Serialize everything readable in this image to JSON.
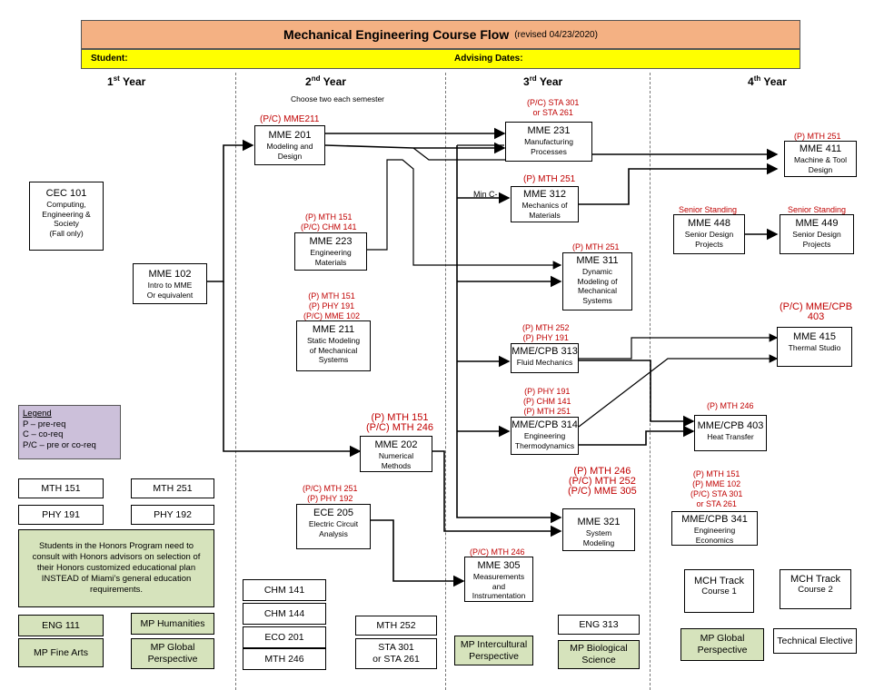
{
  "header": {
    "title": "Mechanical Engineering Course Flow",
    "revised": "(revised  04/23/2020)",
    "student_label": "Student:",
    "advising_label": "Advising Dates:"
  },
  "years": [
    {
      "num": "1",
      "sup": "st",
      "label": "Year"
    },
    {
      "num": "2",
      "sup": "nd",
      "label": "Year"
    },
    {
      "num": "3",
      "sup": "rd",
      "label": "Year"
    },
    {
      "num": "4",
      "sup": "th",
      "label": "Year"
    }
  ],
  "choose_note": "Choose two each semester",
  "courses": {
    "cec101": {
      "code": "CEC 101",
      "desc": [
        "Computing,",
        "Engineering &",
        "Society",
        "(Fall only)"
      ]
    },
    "mme102": {
      "code": "MME 102",
      "desc": [
        "Intro to MME",
        "Or equivalent"
      ]
    },
    "mme201": {
      "code": "MME 201",
      "desc": [
        "Modeling and",
        "Design"
      ],
      "prereq": [
        "(P/C) MME211"
      ]
    },
    "mme223": {
      "code": "MME 223",
      "desc": [
        "Engineering",
        "Materials"
      ],
      "prereq": [
        "(P) MTH 151",
        "(P/C) CHM 141"
      ]
    },
    "mme211": {
      "code": "MME 211",
      "desc": [
        "Static Modeling",
        "of Mechanical",
        "Systems"
      ],
      "prereq": [
        "(P) MTH 151",
        "(P) PHY 191",
        "(P/C) MME 102"
      ]
    },
    "mme202": {
      "code": "MME 202",
      "desc": [
        "Numerical",
        "Methods"
      ],
      "prereq": [
        "(P) MTH 151",
        "(P/C) MTH 246"
      ]
    },
    "ece205": {
      "code": "ECE 205",
      "desc": [
        "Electric Circuit",
        "Analysis"
      ],
      "prereq": [
        "(P/C) MTH 251",
        "(P) PHY 192"
      ]
    },
    "mme231": {
      "code": "MME 231",
      "desc": [
        "Manufacturing",
        "Processes"
      ],
      "prereq": [
        "(P/C) STA 301",
        "or STA 261"
      ]
    },
    "mme312": {
      "code": "MME 312",
      "desc": [
        "Mechanics of",
        "Materials"
      ],
      "prereq": [
        "(P) MTH 251"
      ],
      "min_label": "Min C-"
    },
    "mme311": {
      "code": "MME 311",
      "desc": [
        "Dynamic",
        "Modeling of",
        "Mechanical",
        "Systems"
      ],
      "prereq": [
        "(P) MTH 251"
      ]
    },
    "mme313": {
      "code": "MME/CPB 313",
      "desc": [
        "Fluid Mechanics"
      ],
      "prereq": [
        "(P) MTH 252",
        "(P) PHY 191"
      ]
    },
    "mme314": {
      "code": "MME/CPB 314",
      "desc": [
        "Engineering",
        "Thermodynamics"
      ],
      "prereq": [
        "(P) PHY 191",
        "(P) CHM 141",
        "(P) MTH 251"
      ]
    },
    "mme321": {
      "code": "MME 321",
      "desc": [
        "System",
        "Modeling"
      ],
      "prereq": [
        "(P) MTH 246",
        "(P/C) MTH 252",
        "(P/C) MME 305"
      ]
    },
    "mme305": {
      "code": "MME 305",
      "desc": [
        "Measurements",
        "and",
        "Instrumentation"
      ],
      "prereq": [
        "(P/C) MTH 246"
      ]
    },
    "mme411": {
      "code": "MME 411",
      "desc": [
        "Machine & Tool",
        "Design"
      ],
      "prereq": [
        "(P) MTH 251"
      ]
    },
    "mme448": {
      "code": "MME 448",
      "desc": [
        "Senior Design",
        "Projects"
      ],
      "prereq": [
        "Senior Standing"
      ]
    },
    "mme449": {
      "code": "MME 449",
      "desc": [
        "Senior Design",
        "Projects"
      ],
      "prereq": [
        "Senior Standing"
      ]
    },
    "mme415": {
      "code": "MME 415",
      "desc": [
        "Thermal Studio"
      ],
      "prereq": [
        "(P/C) MME/CPB",
        "403"
      ]
    },
    "mme403": {
      "code": "MME/CPB 403",
      "desc": [
        "Heat Transfer"
      ],
      "prereq": [
        "(P) MTH 246"
      ]
    },
    "mme341": {
      "code": "MME/CPB 341",
      "desc": [
        "Engineering",
        "Economics"
      ],
      "prereq": [
        "(P) MTH 151",
        "(P) MME 102",
        "(P/C) STA 301",
        "or STA 261"
      ]
    },
    "mch1": {
      "code": "MCH Track",
      "desc": [
        "Course 1"
      ]
    },
    "mch2": {
      "code": "MCH Track",
      "desc": [
        "Course 2"
      ]
    }
  },
  "legend": {
    "title": "Legend",
    "lines": [
      "P – pre-req",
      "C – co-req",
      "P/C – pre or co-req"
    ]
  },
  "simple_boxes": {
    "mth151": "MTH 151",
    "mth251": "MTH 251",
    "phy191": "PHY 191",
    "phy192": "PHY 192",
    "chm141": "CHM 141",
    "chm144": "CHM 144",
    "eco201": "ECO 201",
    "mth246": "MTH 246",
    "mth252": "MTH 252",
    "sta301": "STA 301",
    "sta301b": "or STA 261",
    "eng313": "ENG 313",
    "tech": "Technical Elective"
  },
  "green_boxes": {
    "honors": "Students in the Honors Program need to consult with Honors advisors on selection of their Honors customized educational plan INSTEAD of Miami’s general education requirements.",
    "eng111": "ENG 111",
    "humanities": "MP Humanities",
    "finearts": "MP Fine Arts",
    "global1a": "MP Global",
    "global1b": "Perspective",
    "intercult1": "MP Intercultural",
    "intercult2": "Perspective",
    "bio1": "MP Biological",
    "bio2": "Science",
    "global2a": "MP Global",
    "global2b": "Perspective"
  },
  "colors": {
    "title_bg": "#f4b183",
    "yellow_bar": "#ffff00",
    "legend_bg": "#ccc0da",
    "green_bg": "#d6e3bc",
    "prereq_red": "#c00000"
  }
}
